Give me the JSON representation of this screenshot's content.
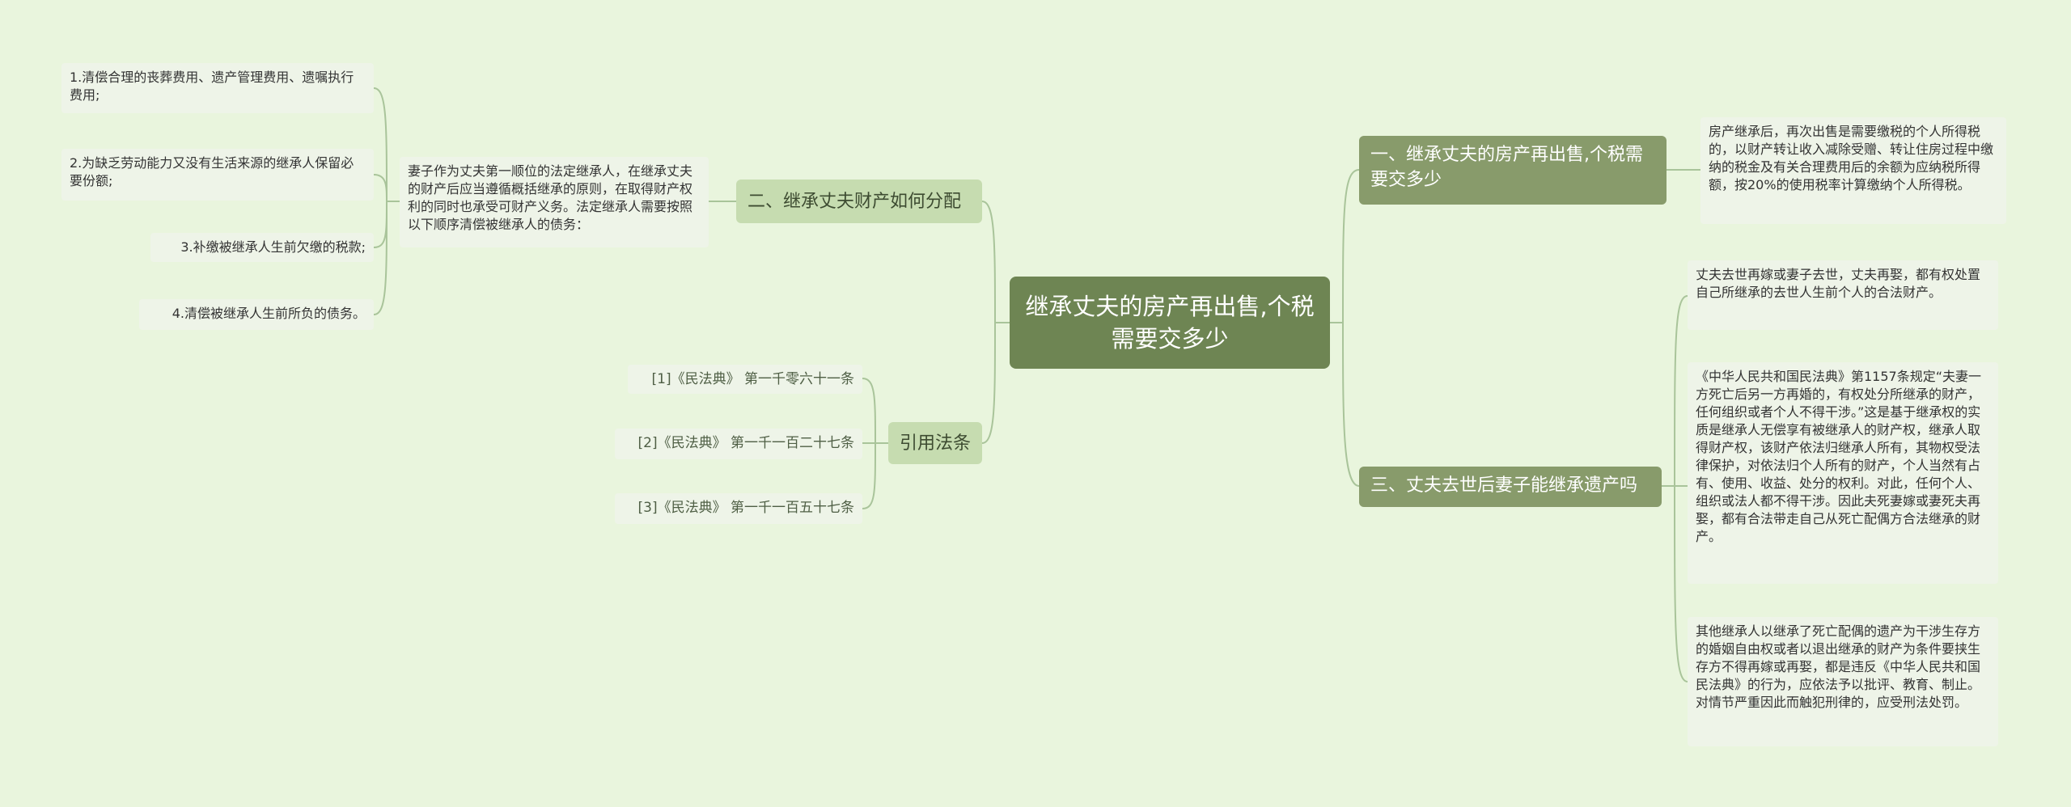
{
  "root": {
    "title": "继承丈夫的房产再出售,个税需要交多少"
  },
  "branches": {
    "b1": {
      "title": "一、继承丈夫的房产再出售,个税需要交多少",
      "detail": "房产继承后，再次出售是需要缴税的个人所得税的，以财产转让收入减除受赠、转让住房过程中缴纳的税金及有关合理费用后的余额为应纳税所得额，按20%的使用税率计算缴纳个人所得税。"
    },
    "b2": {
      "title": "二、继承丈夫财产如何分配",
      "detail": "妻子作为丈夫第一顺位的法定继承人，在继承丈夫的财产后应当遵循概括继承的原则，在取得财产权利的同时也承受可财产义务。法定继承人需要按照以下顺序清偿被继承人的债务：",
      "items": [
        "1.清偿合理的丧葬费用、遗产管理费用、遗嘱执行费用;",
        "2.为缺乏劳动能力又没有生活来源的继承人保留必要份额;",
        "3.补缴被继承人生前欠缴的税款;",
        "4.清偿被继承人生前所负的债务。"
      ]
    },
    "b3": {
      "title": "三、丈夫去世后妻子能继承遗产吗",
      "items": [
        "丈夫去世再嫁或妻子去世，丈夫再娶，都有权处置自己所继承的去世人生前个人的合法财产。",
        "《中华人民共和国民法典》第1157条规定“夫妻一方死亡后另一方再婚的，有权处分所继承的财产，任何组织或者个人不得干涉。”这是基于继承权的实质是继承人无偿享有被继承人的财产权，继承人取得财产权，该财产依法归继承人所有，其物权受法律保护，对依法归个人所有的财产，个人当然有占有、使用、收益、处分的权利。对此，任何个人、组织或法人都不得干涉。因此夫死妻嫁或妻死夫再娶，都有合法带走自己从死亡配偶方合法继承的财产。",
        "其他继承人以继承了死亡配偶的遗产为干涉生存方的婚姻自由权或者以退出继承的财产为条件要挟生存方不得再嫁或再娶，都是违反《中华人民共和国民法典》的行为，应依法予以批评、教育、制止。对情节严重因此而触犯刑律的，应受刑法处罚。"
      ]
    },
    "law": {
      "title": "引用法条",
      "items": [
        "[1]《民法典》 第一千零六十一条",
        "[2]《民法典》 第一千一百二十七条",
        "[3]《民法典》 第一千一百五十七条"
      ]
    }
  },
  "colors": {
    "background": "#e9f5dd",
    "root": "#6e8553",
    "branch_dark": "#889b6b",
    "branch_light": "#c6dcb0",
    "leaf": "#eef4e8",
    "connector": "#a9c49a"
  }
}
